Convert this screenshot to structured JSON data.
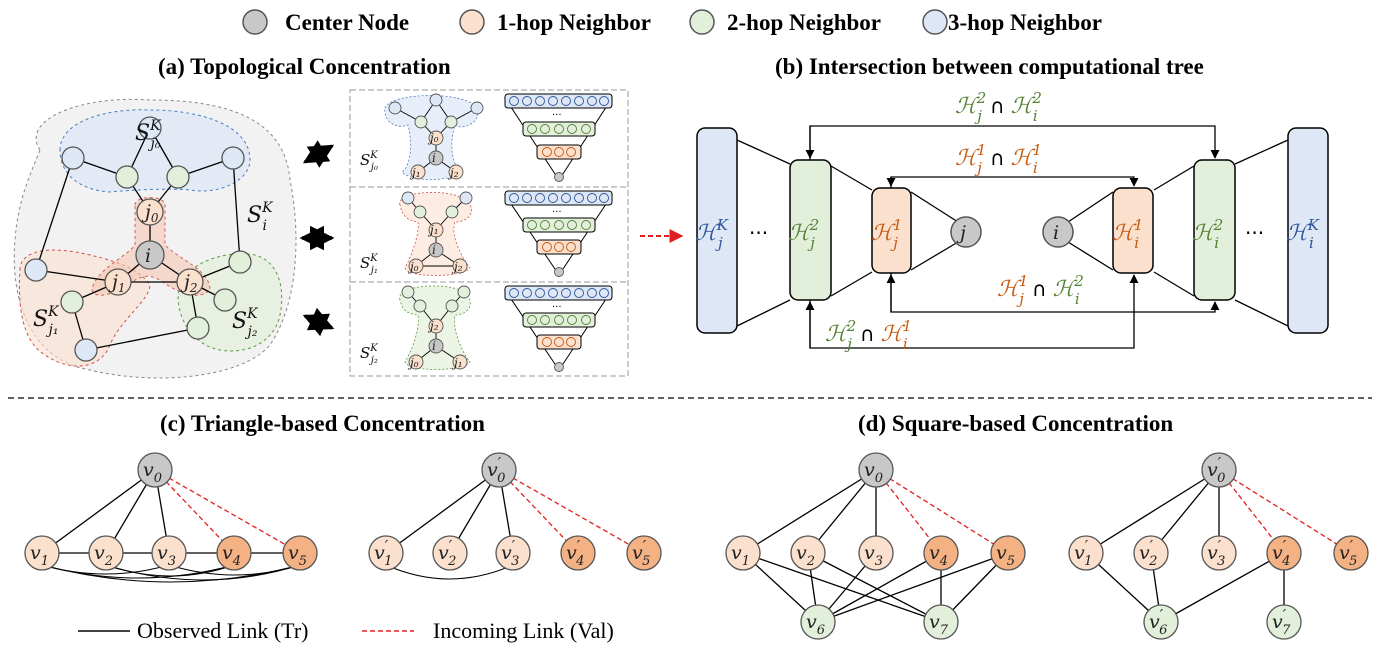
{
  "legend": {
    "center_node": "Center Node",
    "hop1": "1-hop Neighbor",
    "hop2": "2-hop Neighbor",
    "hop3": "3-hop Neighbor"
  },
  "colors": {
    "center": "#c8c8c8",
    "hop1": "#fbe0cd",
    "hop2": "#e2efda",
    "hop3": "#dde7f6",
    "hop1_dark": "#f4b184",
    "orange_text": "#c55a11",
    "green_text": "#548235",
    "blue_text": "#2e5597",
    "red_dash": "#e02020"
  },
  "panel_a": {
    "title": "(a) Topological Concentration",
    "nodes": {
      "i": "i",
      "j0": "j",
      "j0_sub": "0",
      "j1": "j",
      "j1_sub": "1",
      "j2": "j",
      "j2_sub": "2"
    },
    "sets": {
      "S": "S",
      "sup_K": "K",
      "sub_j0": "j₀",
      "sub_j1": "j₁",
      "sub_j2": "j₂",
      "sub_i": "i"
    },
    "mini": {
      "i": "i",
      "j0": "j₀",
      "j1": "j₁",
      "j2": "j₂",
      "dots": "···"
    }
  },
  "panel_b": {
    "title": "(b) Intersection between computational tree",
    "H": "ℋ",
    "sup_K": "K",
    "sup_1": "1",
    "sup_2": "2",
    "sub_j": "j",
    "sub_i": "i",
    "node_j": "j",
    "node_i": "i",
    "cap": "∩",
    "dots": "···"
  },
  "panel_c": {
    "title": "(c) Triangle-based Concentration",
    "v": "v",
    "subs": [
      "0",
      "1",
      "2",
      "3",
      "4",
      "5"
    ],
    "prime": "′"
  },
  "panel_d": {
    "title": "(d) Square-based Concentration",
    "v": "v",
    "subs": [
      "0",
      "1",
      "2",
      "3",
      "4",
      "5",
      "6",
      "7"
    ],
    "prime": "′"
  },
  "link_legend": {
    "observed": "Observed Link (Tr)",
    "incoming": "Incoming Link (Val)"
  }
}
